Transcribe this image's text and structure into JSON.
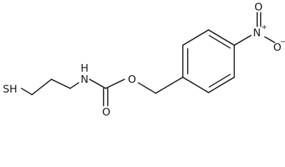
{
  "molecule": {
    "atoms": {
      "thiol": "SH",
      "amide_nitrogen": "N",
      "amide_hydrogen": "H",
      "carbonyl_oxygen": "O",
      "ester_oxygen": "O",
      "nitro_nitrogen": "N",
      "nitro_n_charge": "+",
      "nitro_oxygen_top": "O",
      "nitro_oxygen_right": "O",
      "nitro_o_charge": "−"
    }
  }
}
